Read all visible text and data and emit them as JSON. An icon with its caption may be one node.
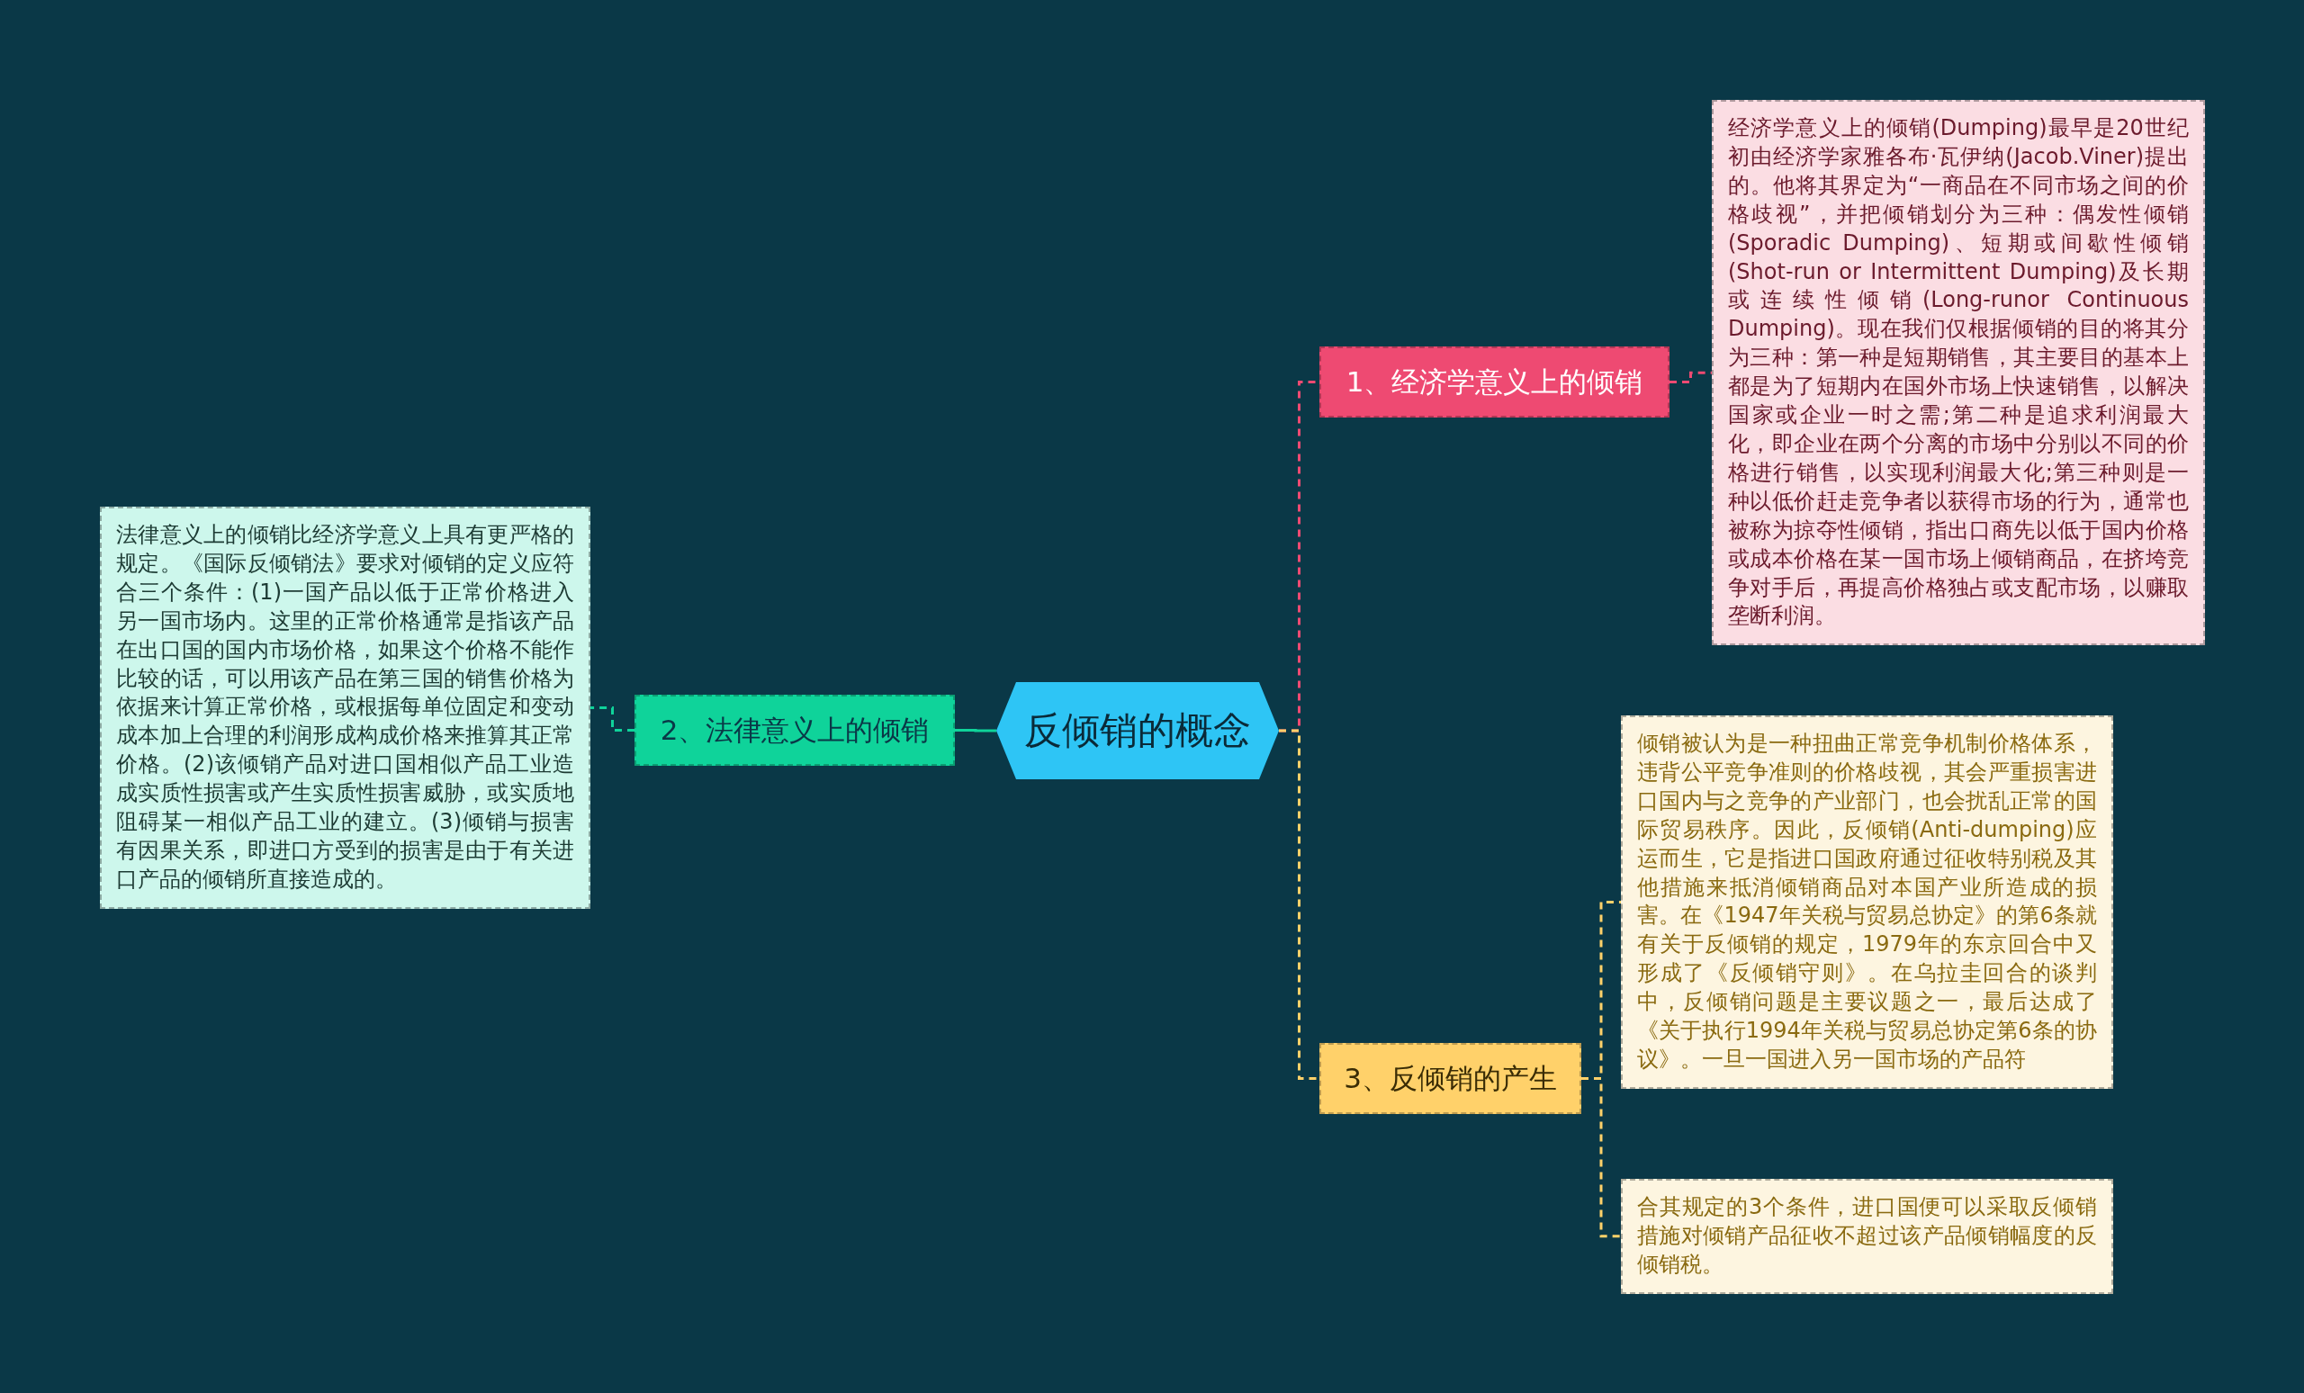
{
  "diagram": {
    "nodes": [
      {
        "text": [
          "反倾销的概念"
        ]
      },
      {
        "text": [
          "1、经济学意义上的倾销"
        ]
      },
      {
        "text": [
          "经济学意义上的倾销(Dumping)最早是20世纪初由经济学家雅各布·瓦伊纳(Jacob.Viner)提出的。他将其界定为“一商品在不同市场之间的价格歧视”，并把倾销划分为三种：偶发性倾销(Sporadic Dumping)、短期或间歇性倾销(Shot-run or Intermittent Dumping)及长期或连续性倾销(Long-runor Continuous Dumping)。现在我们仅根据倾销的目的将其分为三种：第一种是短期销售，其主要目的基本上都是为了短期内在国外市场上快速销售，以解决国家或企业一时之需;第二种是追求利润最大化，即企业在两个分离的市场中分别以不同的价格进行销售，以实现利润最大化;第三种则是一种以低价赶走竞争者以获得市场的行为，通常也被称为掠夺性倾销，指出口商先以低于国内价格或成本价格在某一国市场上倾销商品，在挤垮竞争对手后，再提高价格独占或支配市场，以赚取垄断利润。"
        ]
      },
      {
        "text": [
          "2、法律意义上的倾销"
        ]
      },
      {
        "text": [
          "法律意义上的倾销比经济学意义上具有更严格的规定。《国际反倾销法》要求对倾销的定义应符合三个条件：(1)一国产品以低于正常价格进入另一国市场内。这里的正常价格通常是指该产品在出口国的国内市场价格，如果这个价格不能作比较的话，可以用该产品在第三国的销售价格为依据来计算正常价格，或根据每单位固定和变动成本加上合理的利润形成构成价格来推算其正常价格。(2)该倾销产品对进口国相似产品工业造成实质性损害或产生实质性损害威胁，或实质地阻碍某一相似产品工业的建立。(3)倾销与损害有因果关系，即进口方受到的损害是由于有关进口产品的倾销所直接造成的。"
        ]
      },
      {
        "text": [
          "3、反倾销的产生"
        ]
      },
      {
        "text": [
          "倾销被认为是一种扭曲正常竞争机制价格体系，违背公平竞争准则的价格歧视，其会严重损害进口国内与之竞争的产业部门，也会扰乱正常的国际贸易秩序。因此，反倾销(Anti-dumping)应运而生，它是指进口国政府通过征收特别税及其他措施来抵消倾销商品对本国产业所造成的损害。在《1947年关税与贸易总协定》的第6条就有关于反倾销的规定，1979年的东京回合中又形成了《反倾销守则》。在乌拉圭回合的谈判中，反倾销问题是主要议题之一，最后达成了《关于执行1994年关税与贸易总协定第6条的协议》。一旦一国进入另一国市场的产品符"
        ]
      },
      {
        "text": [
          "合其规定的3个条件，进口国便可以采取反倾销措施对倾销产品征收不超过该产品倾销幅度的反倾销税。"
        ]
      }
    ],
    "edges": [
      {
        "from": 0,
        "to": 1,
        "arrow": "none",
        "style": "dashed",
        "color": "#ee4a72"
      },
      {
        "from": 1,
        "to": 2,
        "arrow": "none",
        "style": "dashed",
        "color": "#ee4a72"
      },
      {
        "from": 0,
        "to": 3,
        "arrow": "none",
        "color": "#0fd39a"
      },
      {
        "from": 3,
        "to": 4,
        "arrow": "none",
        "style": "dashed",
        "color": "#0fd39a"
      },
      {
        "from": 0,
        "to": 5,
        "arrow": "none",
        "style": "dashed",
        "color": "#ffd16a"
      },
      {
        "from": 5,
        "to": 6,
        "arrow": "none",
        "style": "dashed",
        "color": "#ffd16a"
      },
      {
        "from": 5,
        "to": 7,
        "arrow": "none",
        "style": "dashed",
        "color": "#ffd16a"
      }
    ]
  }
}
